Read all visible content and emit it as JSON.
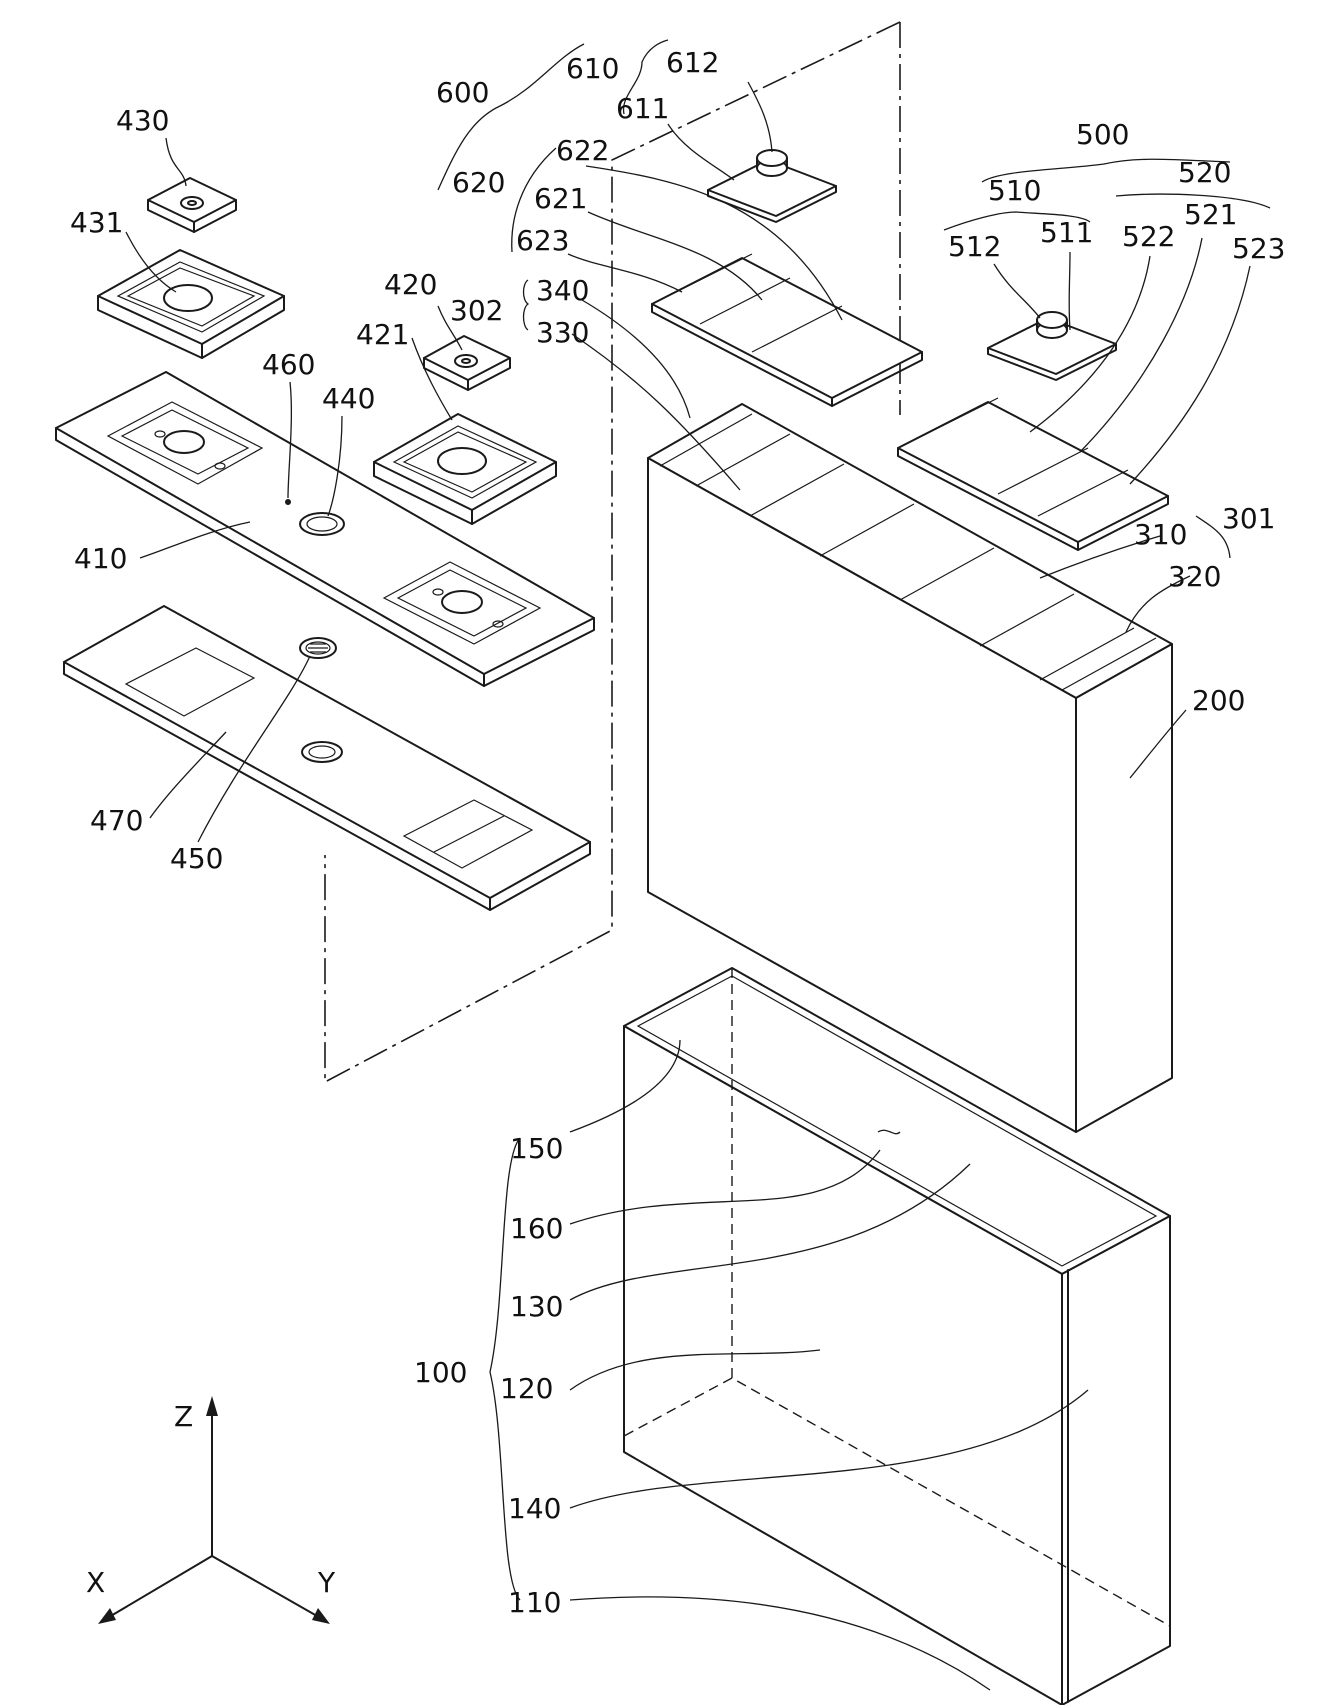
{
  "axes": {
    "z": "Z",
    "x": "X",
    "y": "Y"
  },
  "labels": {
    "l430": "430",
    "l431": "431",
    "l420": "420",
    "l421": "421",
    "l302": "302",
    "l340": "340",
    "l330": "330",
    "l460": "460",
    "l440": "440",
    "l410": "410",
    "l470": "470",
    "l450": "450",
    "l600": "600",
    "l610": "610",
    "l612": "612",
    "l611": "611",
    "l620": "620",
    "l622": "622",
    "l621": "621",
    "l623": "623",
    "l500": "500",
    "l510": "510",
    "l520": "520",
    "l512": "512",
    "l511": "511",
    "l522": "522",
    "l521": "521",
    "l523": "523",
    "l310": "310",
    "l301": "301",
    "l320": "320",
    "l200": "200",
    "l150": "150",
    "l160": "160",
    "l130": "130",
    "l100": "100",
    "l120": "120",
    "l140": "140",
    "l110": "110"
  }
}
